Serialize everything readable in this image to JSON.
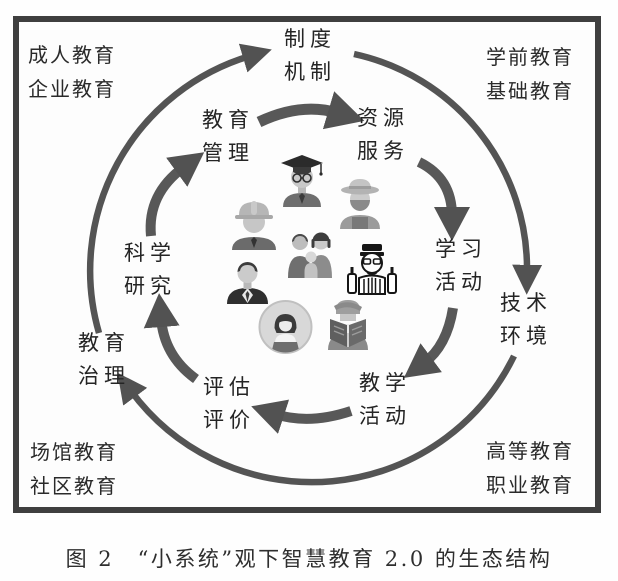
{
  "caption": "图 2　“小系统”观下智慧教育 2.0 的生态结构",
  "corner_labels": {
    "top_left": {
      "line1": "成人教育",
      "line2": "企业教育"
    },
    "top_right": {
      "line1": "学前教育",
      "line2": "基础教育"
    },
    "bottom_left": {
      "line1": "场馆教育",
      "line2": "社区教育"
    },
    "bottom_right": {
      "line1": "高等教育",
      "line2": "职业教育"
    }
  },
  "ring_nodes": {
    "institution": {
      "line1": "制度",
      "line2": "机制"
    },
    "resource": {
      "line1": "资源",
      "line2": "服务"
    },
    "learning": {
      "line1": "学习",
      "line2": "活动"
    },
    "technology": {
      "line1": "技术",
      "line2": "环境"
    },
    "teaching": {
      "line1": "教学",
      "line2": "活动"
    },
    "evaluation": {
      "line1": "评估",
      "line2": "评价"
    },
    "governance": {
      "line1": "教育",
      "line2": "治理"
    },
    "research": {
      "line1": "科学",
      "line2": "研究"
    },
    "management": {
      "line1": "教育",
      "line2": "管理"
    }
  },
  "icons": [
    "graduate-icon",
    "farmer-icon",
    "construction-worker-icon",
    "family-icon",
    "craftsman-icon",
    "businessman-icon",
    "presenter-icon",
    "reading-student-icon"
  ],
  "colors": {
    "frame": "#3f3f3f",
    "arrow": "#575757",
    "text": "#262626",
    "background": "#ffffff"
  }
}
